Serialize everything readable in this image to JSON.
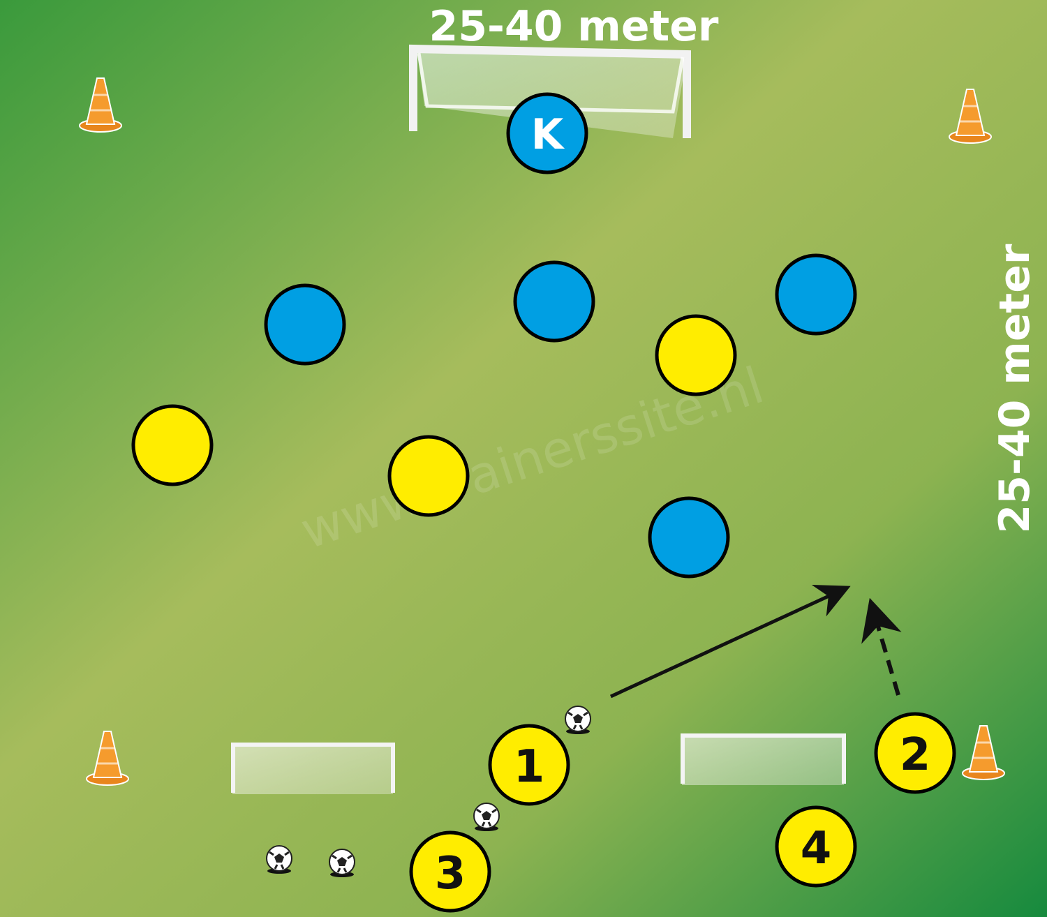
{
  "dimensions": {
    "top": "25-40 meter",
    "right": "25-40 meter"
  },
  "watermark": "www.trainerssite.nl",
  "goalkeeper": {
    "label": "K",
    "team": "blue"
  },
  "numbered_players": [
    {
      "label": "1",
      "team": "yellow"
    },
    {
      "label": "2",
      "team": "yellow"
    },
    {
      "label": "3",
      "team": "yellow"
    },
    {
      "label": "4",
      "team": "yellow"
    }
  ],
  "colors": {
    "field_dark": "#2f9a3f",
    "field_light": "#a4bd5b",
    "blue_player": "#009fe3",
    "yellow_player": "#ffed00",
    "cone": "#f39a2a",
    "text_white": "#ffffff",
    "outline": "#000000"
  },
  "legend_icons": [
    "goal-icon",
    "cone-icon",
    "ball-icon",
    "arrow-pass",
    "arrow-run-dashed"
  ]
}
